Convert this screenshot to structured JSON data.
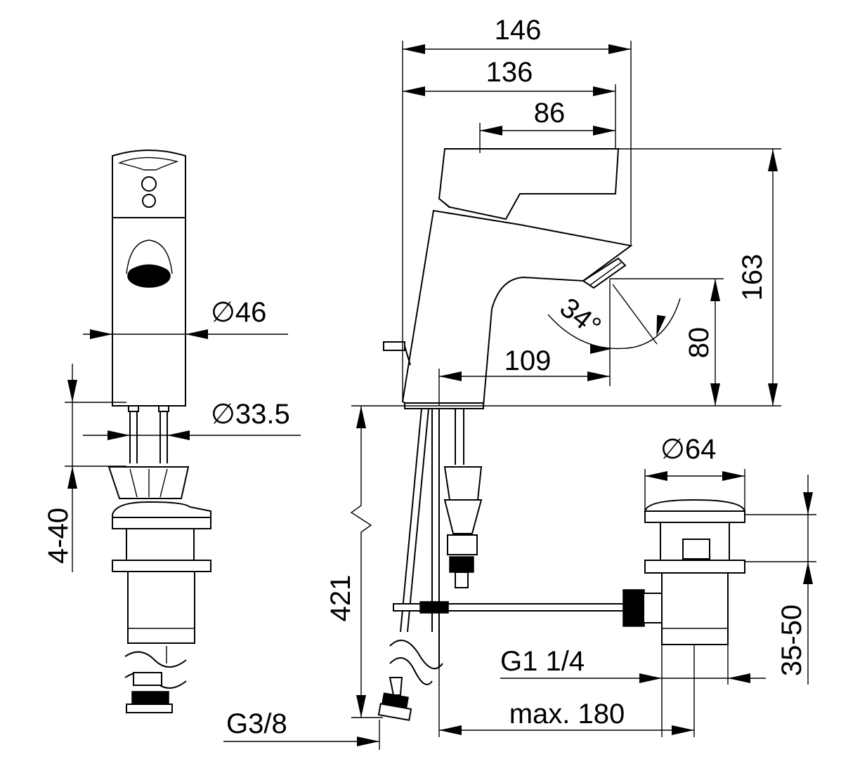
{
  "dimensions": {
    "width_146": "146",
    "width_136": "136",
    "width_86": "86",
    "height_163": "163",
    "height_80": "80",
    "angle_34": "34°",
    "reach_109": "109",
    "dia_46": "46",
    "dia_33_5": "33.5",
    "range_4_40": "4-40",
    "length_421": "421",
    "dia_64": "64",
    "range_35_50": "35-50",
    "thread_g1_1_4": "G1 1/4",
    "max_180": "max. 180",
    "thread_g3_8": "G3/8"
  },
  "symbols": {
    "diameter": "∅"
  }
}
